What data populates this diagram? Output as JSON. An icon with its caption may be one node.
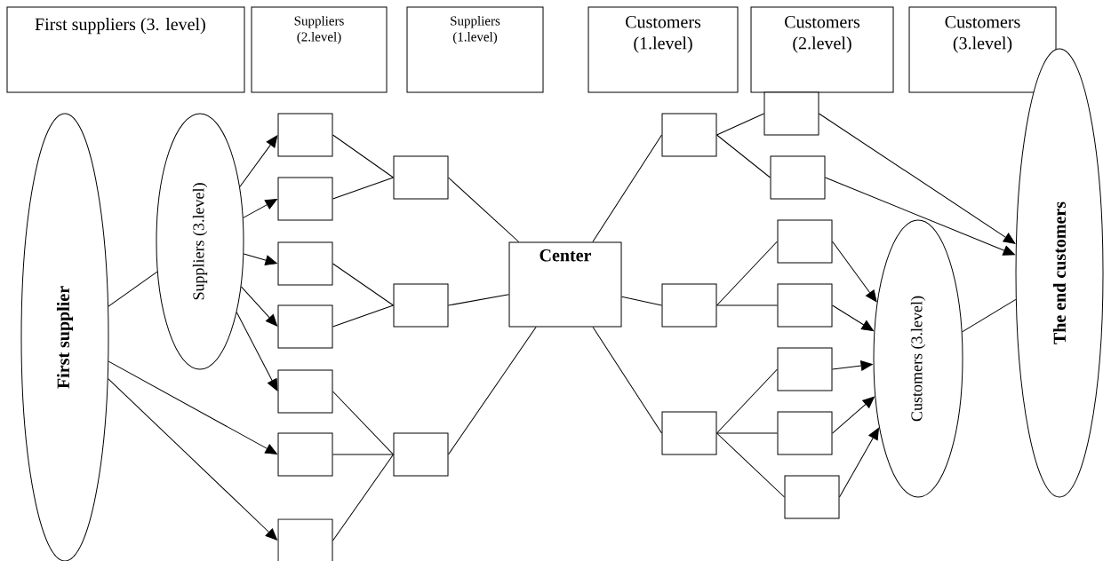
{
  "diagram": {
    "nodes": [
      {
        "text": [
          "First suppliers (3. level)"
        ]
      },
      {
        "text": [
          "Suppliers (2.level)"
        ]
      },
      {
        "text": [
          "Suppliers (1.level)"
        ]
      },
      {
        "text": [
          "Customers (1.level)"
        ]
      },
      {
        "text": [
          "Customers (2.level)"
        ]
      },
      {
        "text": [
          "Customers (3.level)"
        ]
      },
      {
        "text": [
          "First supplier"
        ]
      },
      {
        "text": [
          "Suppliers (3.level)"
        ]
      },
      {
        "text": [],
        "shape": "box"
      },
      {
        "text": [],
        "shape": "box"
      },
      {
        "text": [],
        "shape": "box"
      },
      {
        "text": [],
        "shape": "box"
      },
      {
        "text": [],
        "shape": "box"
      },
      {
        "text": [],
        "shape": "box"
      },
      {
        "text": [],
        "shape": "box"
      },
      {
        "text": [],
        "shape": "box"
      },
      {
        "text": [],
        "shape": "box"
      },
      {
        "text": [],
        "shape": "box"
      },
      {
        "text": [
          "Center"
        ]
      },
      {
        "text": [],
        "shape": "box"
      },
      {
        "text": [],
        "shape": "box"
      },
      {
        "text": [],
        "shape": "box"
      },
      {
        "text": [],
        "shape": "box"
      },
      {
        "text": [],
        "shape": "box"
      },
      {
        "text": [],
        "shape": "box"
      },
      {
        "text": [],
        "shape": "box"
      },
      {
        "text": [],
        "shape": "box"
      },
      {
        "text": [],
        "shape": "box"
      },
      {
        "text": [],
        "shape": "box"
      },
      {
        "text": [
          "Customers (3.level)"
        ]
      },
      {
        "text": [
          "The end customers"
        ]
      }
    ],
    "edges": [
      {
        "from": 6,
        "to": 7,
        "arrow": "none"
      },
      {
        "from": 7,
        "to": 8,
        "arrow": "to"
      },
      {
        "from": 7,
        "to": 9,
        "arrow": "to"
      },
      {
        "from": 7,
        "to": 10,
        "arrow": "to"
      },
      {
        "from": 7,
        "to": 11,
        "arrow": "to"
      },
      {
        "from": 7,
        "to": 12,
        "arrow": "to"
      },
      {
        "from": 6,
        "to": 13,
        "arrow": "to"
      },
      {
        "from": 6,
        "to": 14,
        "arrow": "to"
      },
      {
        "from": 8,
        "to": 15,
        "arrow": "none"
      },
      {
        "from": 9,
        "to": 15,
        "arrow": "none"
      },
      {
        "from": 10,
        "to": 16,
        "arrow": "none"
      },
      {
        "from": 11,
        "to": 16,
        "arrow": "none"
      },
      {
        "from": 12,
        "to": 17,
        "arrow": "none"
      },
      {
        "from": 13,
        "to": 17,
        "arrow": "none"
      },
      {
        "from": 14,
        "to": 17,
        "arrow": "none"
      },
      {
        "from": 15,
        "to": 18,
        "arrow": "none"
      },
      {
        "from": 16,
        "to": 18,
        "arrow": "none"
      },
      {
        "from": 17,
        "to": 18,
        "arrow": "none"
      },
      {
        "from": 18,
        "to": 19,
        "arrow": "none"
      },
      {
        "from": 18,
        "to": 20,
        "arrow": "none"
      },
      {
        "from": 18,
        "to": 21,
        "arrow": "none"
      },
      {
        "from": 19,
        "to": 22,
        "arrow": "none"
      },
      {
        "from": 19,
        "to": 23,
        "arrow": "none"
      },
      {
        "from": 20,
        "to": 24,
        "arrow": "none"
      },
      {
        "from": 20,
        "to": 25,
        "arrow": "none"
      },
      {
        "from": 21,
        "to": 26,
        "arrow": "none"
      },
      {
        "from": 21,
        "to": 27,
        "arrow": "none"
      },
      {
        "from": 21,
        "to": 28,
        "arrow": "none"
      },
      {
        "from": 22,
        "to": 30,
        "arrow": "to"
      },
      {
        "from": 23,
        "to": 30,
        "arrow": "to"
      },
      {
        "from": 24,
        "to": 29,
        "arrow": "to"
      },
      {
        "from": 25,
        "to": 29,
        "arrow": "to"
      },
      {
        "from": 26,
        "to": 29,
        "arrow": "to"
      },
      {
        "from": 27,
        "to": 29,
        "arrow": "to"
      },
      {
        "from": 28,
        "to": 29,
        "arrow": "to"
      },
      {
        "from": 29,
        "to": 30,
        "arrow": "none"
      }
    ]
  }
}
